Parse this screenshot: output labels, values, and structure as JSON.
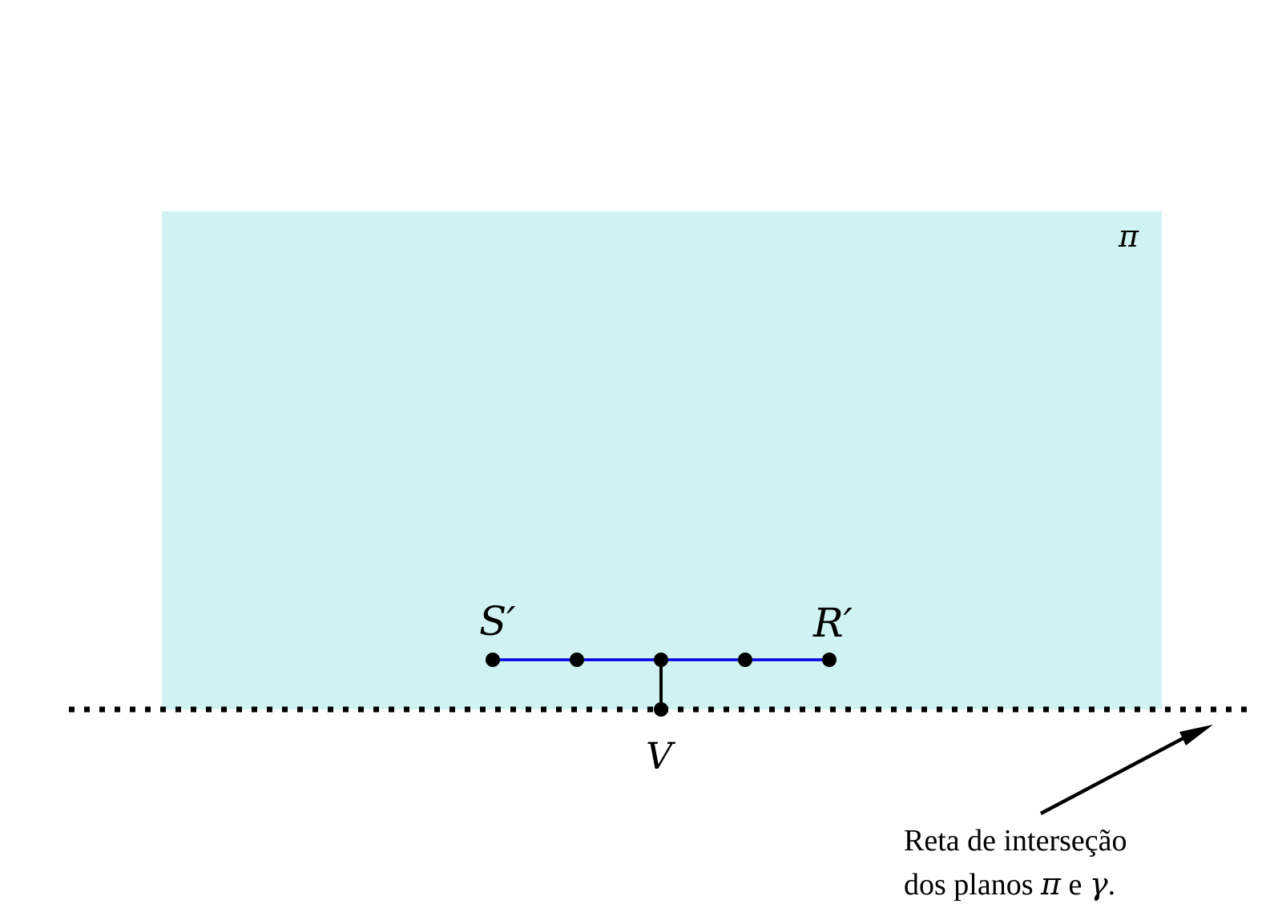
{
  "diagram": {
    "plane": {
      "label": "π",
      "color": "#d0f2f2"
    },
    "segment": {
      "color": "#0000e6",
      "point_color": "#000000"
    },
    "perpendicular": {
      "color": "#000000"
    },
    "intersection_line": {
      "color": "#000000",
      "style": "dotted"
    },
    "points": {
      "s_prime": "S′",
      "r_prime": "R′",
      "v": "V"
    },
    "caption": {
      "line1": "Reta de interseção",
      "line2_prefix": "dos planos ",
      "pi": "π",
      "and": " e ",
      "gamma": "γ",
      "period": "."
    },
    "arrow_color": "#000000"
  }
}
